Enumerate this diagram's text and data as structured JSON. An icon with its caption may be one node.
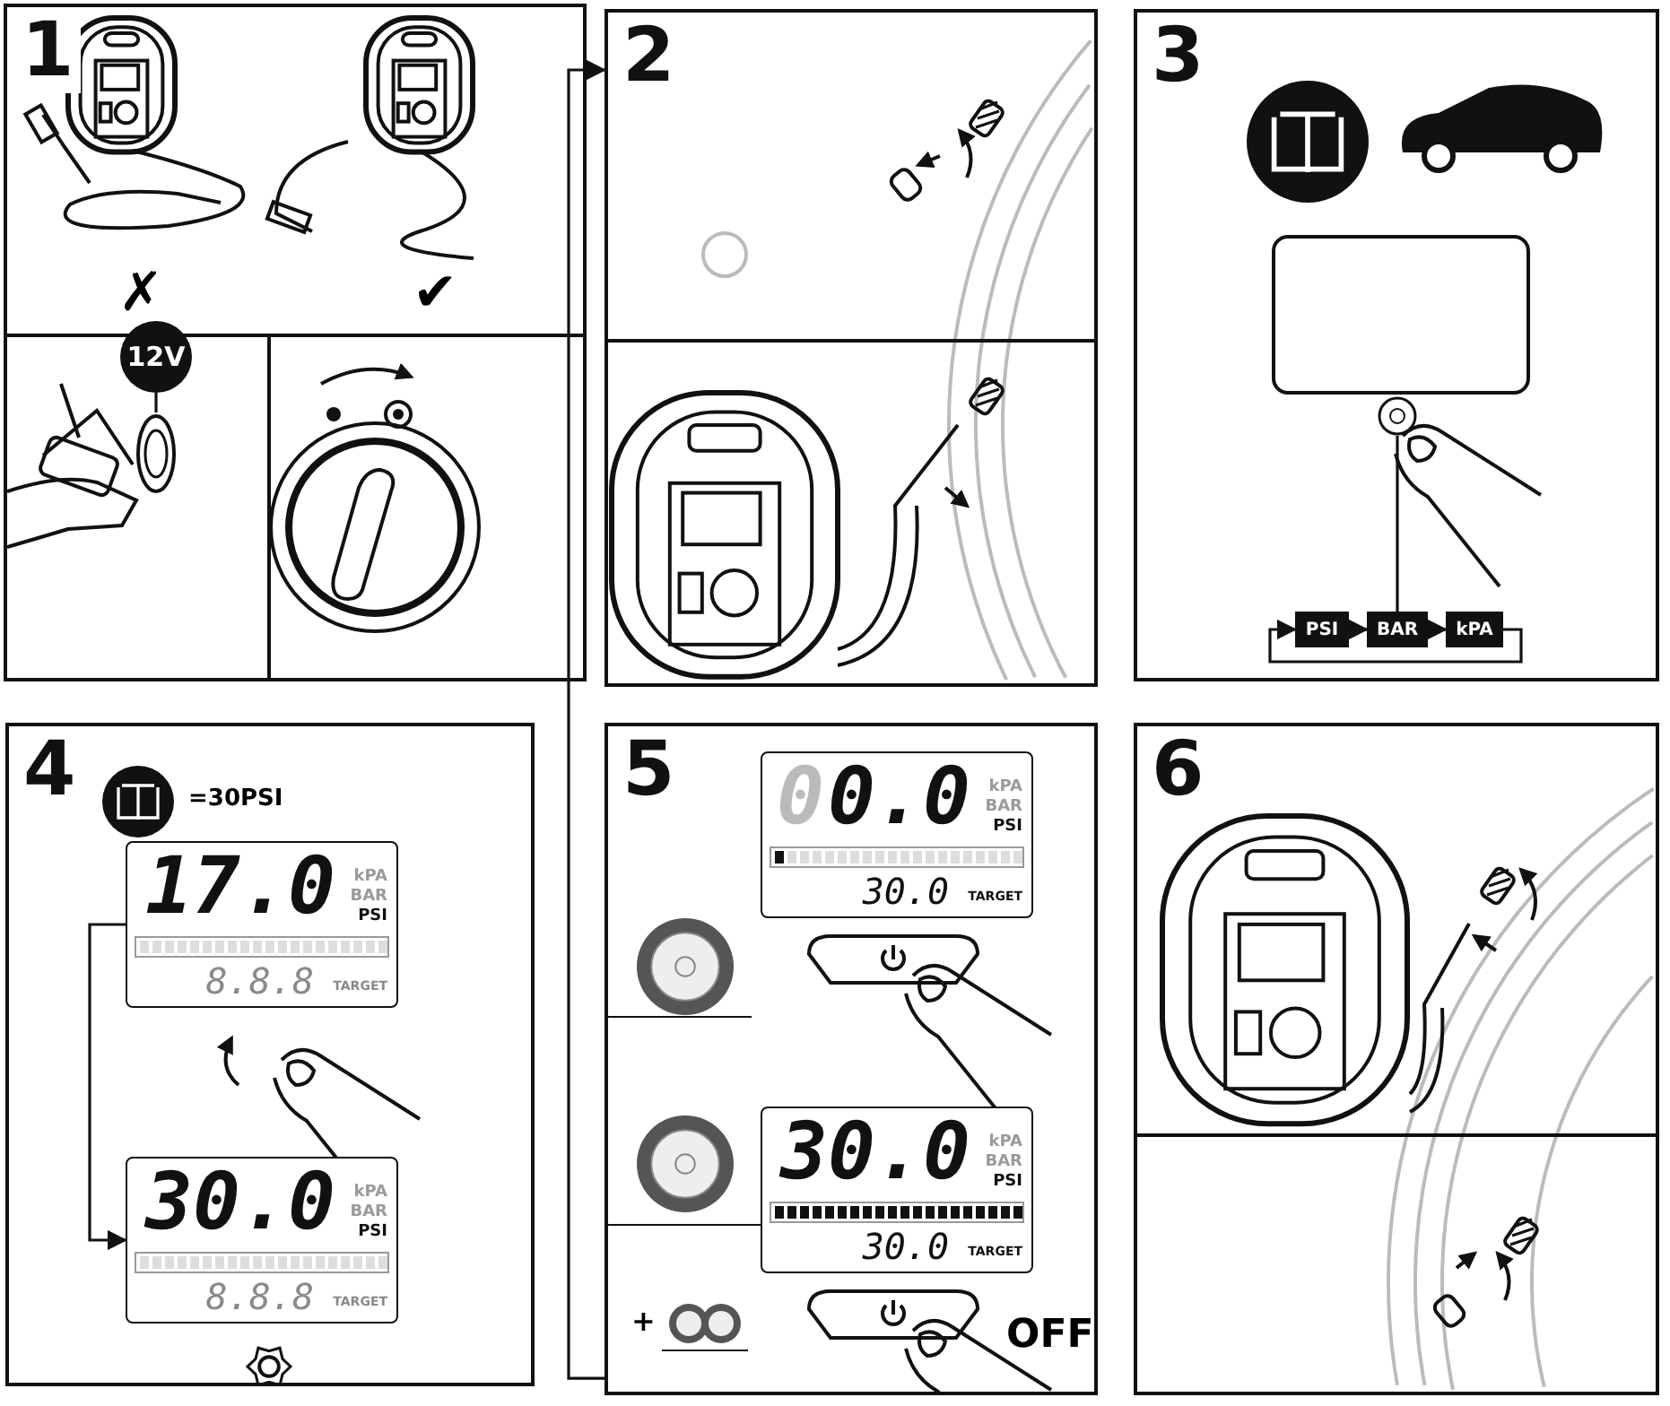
{
  "diagram": {
    "nodes": [
      {
        "text": [
          "1"
        ]
      },
      {
        "text": [
          "12V"
        ],
        "in": 0
      },
      {
        "text": [],
        "shape": "picture",
        "in": 0
      },
      {
        "text": [
          "2"
        ]
      },
      {
        "text": [
          "3"
        ]
      },
      {
        "text": [],
        "shape": "picture",
        "in": 4
      },
      {
        "text": [
          "PSI"
        ],
        "in": 4
      },
      {
        "text": [
          "BAR"
        ],
        "in": 4
      },
      {
        "text": [
          "kPA"
        ],
        "in": 4
      },
      {
        "text": [
          "4"
        ]
      },
      {
        "text": [
          "17.0",
          "kPA",
          "BAR",
          "PSI",
          "8.8.8",
          "TARGET"
        ],
        "in": 9
      },
      {
        "text": [
          "30.0",
          "kPA",
          "BAR",
          "PSI",
          "8.8.8",
          "TARGET"
        ],
        "in": 9
      },
      {
        "text": [
          "5"
        ]
      },
      {
        "text": [
          "0",
          "0.0",
          "kPA",
          "BAR",
          "PSI",
          "30.0",
          "TARGET"
        ],
        "in": 12
      },
      {
        "text": [
          "30.0",
          "kPA",
          "BAR",
          "PSI",
          "30.0",
          "TARGET"
        ],
        "in": 12
      },
      {
        "text": [
          "6"
        ]
      }
    ],
    "edges": [
      {
        "from": 1,
        "to": 2,
        "arrow": "none"
      },
      {
        "from": 5,
        "to": 7,
        "arrow": "none"
      },
      {
        "from": 6,
        "to": 7,
        "arrow": "to"
      },
      {
        "from": 7,
        "to": 8,
        "arrow": "to"
      },
      {
        "from": 8,
        "to": 6,
        "arrow": "to"
      },
      {
        "from": 10,
        "to": 11,
        "arrow": "to"
      },
      {
        "from": 12,
        "to": 3,
        "arrow": "to"
      }
    ],
    "labels": [
      "✗",
      "✔",
      "=30PSI",
      "+",
      "OFF"
    ]
  }
}
